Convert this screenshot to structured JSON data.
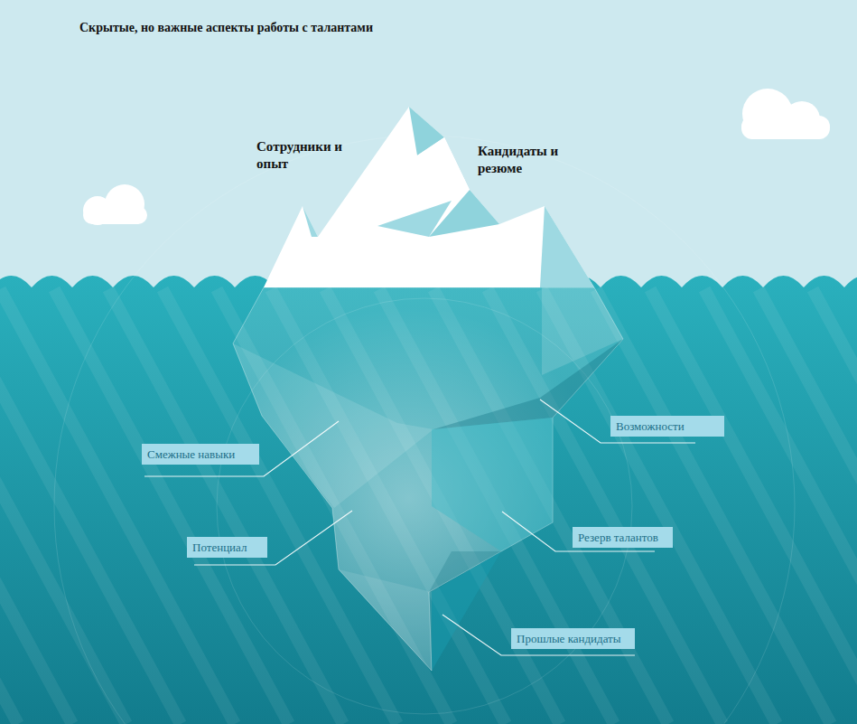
{
  "diagram": {
    "title": "Скрытые, но важные аспекты работы с талантами",
    "nodes": [
      {
        "text": [
          "Возможности"
        ]
      },
      {
        "text": [
          "Смежные навыки"
        ]
      },
      {
        "text": [
          "Резерв талантов"
        ]
      },
      {
        "text": [
          "Потенциал"
        ]
      },
      {
        "text": [
          "Прошлые кандидаты"
        ]
      }
    ],
    "labels": [
      "Сотрудники и опыт",
      "Кандидаты и резюме"
    ]
  }
}
